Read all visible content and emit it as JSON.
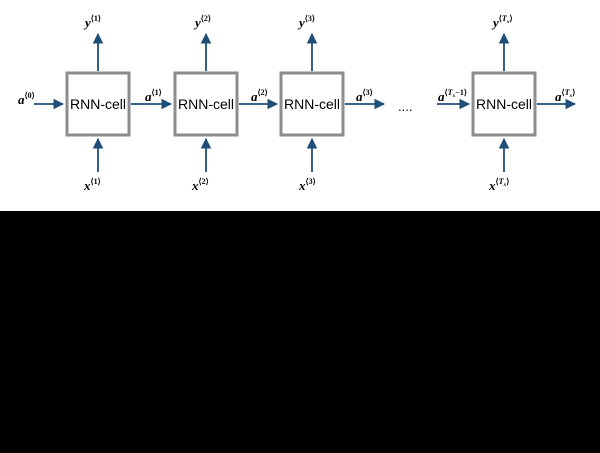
{
  "diagram": {
    "cell_label": "RNN-cell",
    "ellipsis": "....",
    "colors": {
      "arrow": "#1f4e79",
      "box_border": "#8c8c8c",
      "background": "#ffffff",
      "lower_area": "#000000"
    },
    "cells": [
      {
        "label": "RNN-cell",
        "input_var": "x",
        "input_idx": "1",
        "output_var": "y",
        "output_idx": "1"
      },
      {
        "label": "RNN-cell",
        "input_var": "x",
        "input_idx": "2",
        "output_var": "y",
        "output_idx": "2"
      },
      {
        "label": "RNN-cell",
        "input_var": "x",
        "input_idx": "3",
        "output_var": "y",
        "output_idx": "3"
      },
      {
        "label": "RNN-cell",
        "input_var": "x",
        "input_idx": "T",
        "input_sub": "x",
        "output_var": "y",
        "output_idx": "T",
        "output_sub": "x"
      }
    ],
    "hidden_states": [
      {
        "var": "a",
        "idx": "0"
      },
      {
        "var": "a",
        "idx": "1"
      },
      {
        "var": "a",
        "idx": "2"
      },
      {
        "var": "a",
        "idx": "3"
      },
      {
        "var": "a",
        "idx": "T",
        "sub": "x",
        "suffix": "−1"
      },
      {
        "var": "a",
        "idx": "T",
        "sub": "x"
      }
    ]
  }
}
